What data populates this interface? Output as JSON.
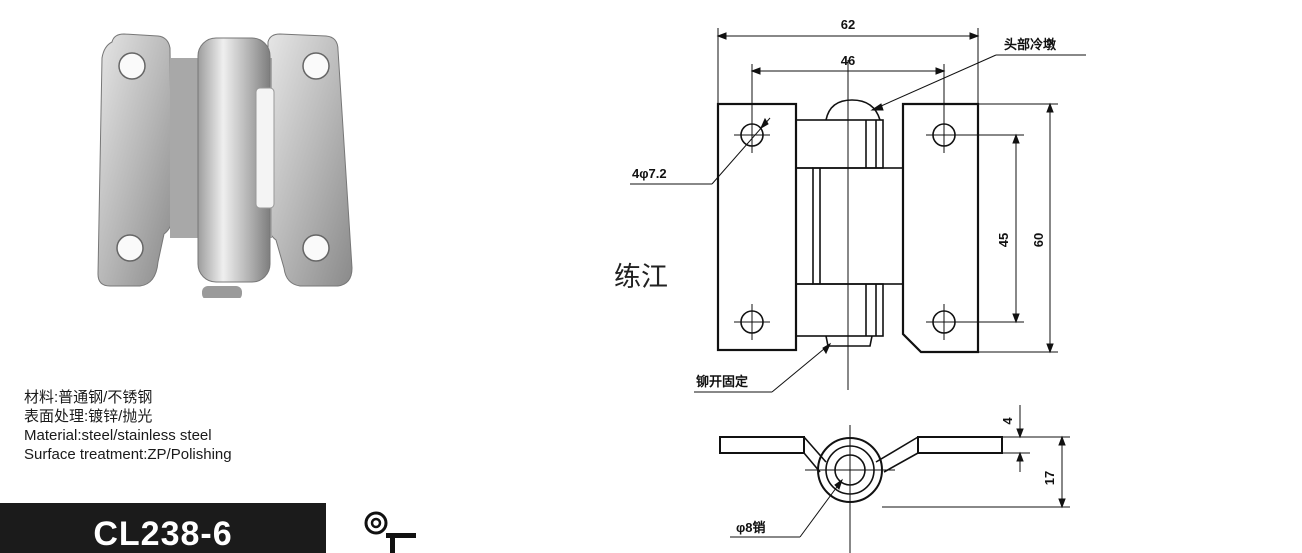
{
  "spec": {
    "line1": "材料:普通钢/不锈钢",
    "line2": "表面处理:镀锌/抛光",
    "line3": "Material:steel/stainless steel",
    "line4": "Surface treatment:ZP/Polishing"
  },
  "model": "CL238-6",
  "brand": "练江",
  "dims": {
    "width_total": "62",
    "width_holes": "46",
    "height_total": "60",
    "height_holes": "45",
    "hole": "4φ7.2",
    "plate_thickness": "4",
    "side_height": "17",
    "pin": "φ8销"
  },
  "callouts": {
    "head": "头部冷墩",
    "rivet": "铆开固定"
  },
  "colors": {
    "line": "#111111",
    "model_bg": "#1b1b1b",
    "model_text": "#ffffff"
  },
  "icons": [
    "hinge-product-photo",
    "hinge-symbol-icon"
  ]
}
